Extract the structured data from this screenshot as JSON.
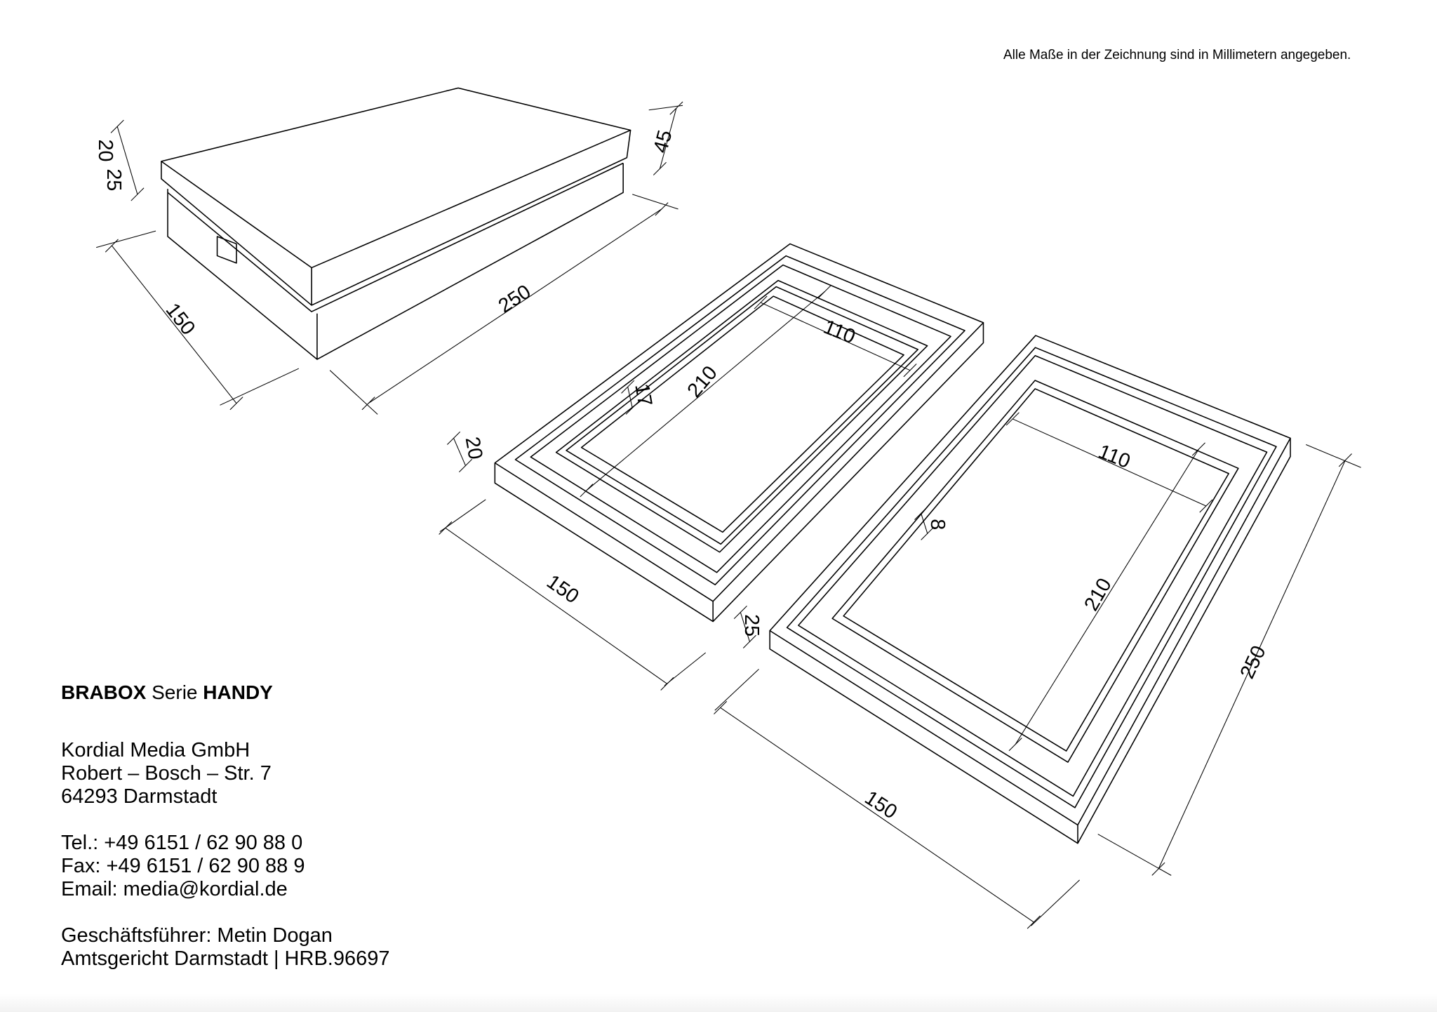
{
  "note": "Alle Maße in der Zeichnung sind in Millimetern angegeben.",
  "product": {
    "brand": "BRABOX",
    "series_word": "Serie",
    "model": "HANDY"
  },
  "company": {
    "name": "Kordial Media GmbH",
    "street": "Robert – Bosch – Str. 7",
    "city": "64293 Darmstadt",
    "tel": "Tel.: +49 6151 / 62 90 88 0",
    "fax": "Fax: +49 6151 / 62 90 88 9",
    "email": "Email: media@kordial.de",
    "ceo": "Geschäftsführer: Metin Dogan",
    "register": "Amtsgericht Darmstadt | HRB.96697"
  },
  "dimensions": {
    "closed_box": {
      "lid_height": "20",
      "base_height": "25",
      "total_height": "45",
      "width": "150",
      "length": "250"
    },
    "base_tray": {
      "inner_width": "110",
      "inner_length": "210",
      "rim": "17",
      "wall": "20",
      "width": "150",
      "height": "25"
    },
    "lid_tray": {
      "inner_width": "110",
      "inner_length": "210",
      "rim": "8",
      "width": "150",
      "length": "250"
    }
  }
}
